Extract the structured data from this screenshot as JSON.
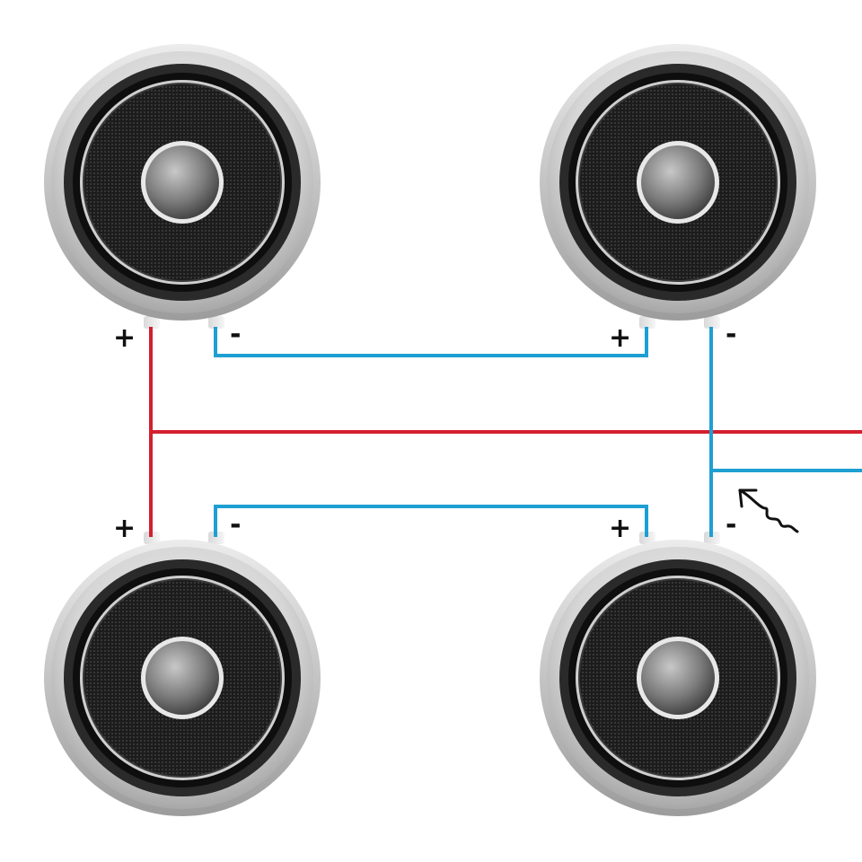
{
  "diagram": {
    "speakers": [
      {
        "name": "speaker-top-left",
        "plus_label": "+",
        "minus_label": "-"
      },
      {
        "name": "speaker-top-right",
        "plus_label": "+",
        "minus_label": "-"
      },
      {
        "name": "speaker-bottom-left",
        "plus_label": "+",
        "minus_label": "-"
      },
      {
        "name": "speaker-bottom-right",
        "plus_label": "+",
        "minus_label": "-"
      }
    ],
    "wires": {
      "positive_color": "#d41f2e",
      "negative_color": "#1e9fd2"
    },
    "annotation": {
      "type": "hand-drawn-arrow",
      "color": "#111111"
    }
  }
}
